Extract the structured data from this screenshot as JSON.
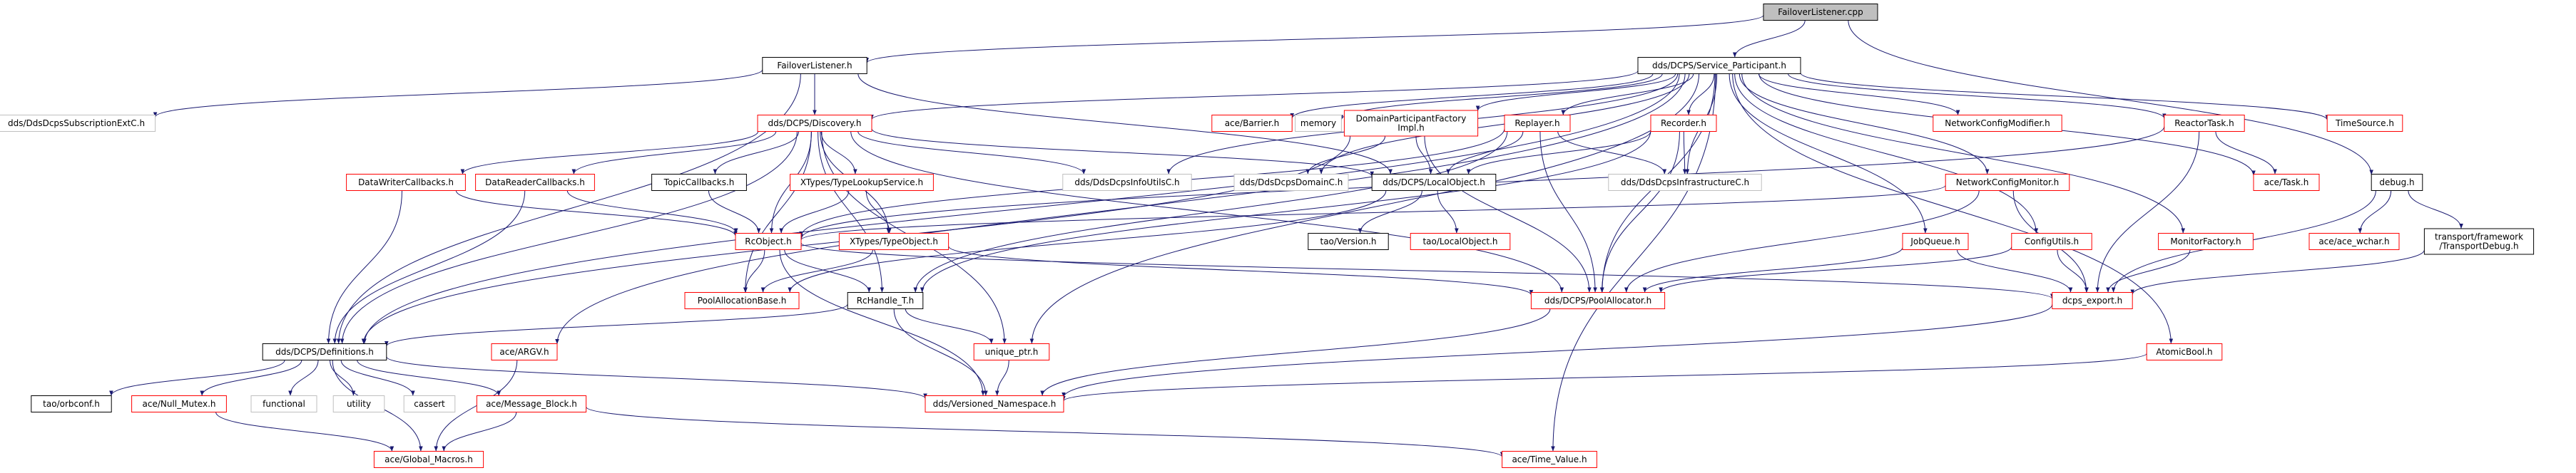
{
  "colors": {
    "edge": "#191970",
    "node_fill": "#ffffff",
    "root_fill": "#bfbfbf",
    "border_black": "#000000",
    "border_red": "#ff0000",
    "border_gray": "#bfbfbf"
  },
  "nodes": [
    {
      "id": "failover_cpp",
      "label": [
        "FailoverListener.cpp"
      ],
      "style": "root"
    },
    {
      "id": "failover_h",
      "label": [
        "FailoverListener.h"
      ],
      "style": "black"
    },
    {
      "id": "service_participant",
      "label": [
        "dds/DCPS/Service_Participant.h"
      ],
      "style": "black"
    },
    {
      "id": "subscription_ext",
      "label": [
        "dds/DdsDcpsSubscriptionExtC.h"
      ],
      "style": "gray"
    },
    {
      "id": "discovery",
      "label": [
        "dds/DCPS/Discovery.h"
      ],
      "style": "red"
    },
    {
      "id": "ace_barrier",
      "label": [
        "ace/Barrier.h"
      ],
      "style": "red"
    },
    {
      "id": "memory",
      "label": [
        "memory"
      ],
      "style": "gray"
    },
    {
      "id": "dp_factory",
      "label": [
        "DomainParticipantFactory",
        "Impl.h"
      ],
      "style": "red"
    },
    {
      "id": "replayer",
      "label": [
        "Replayer.h"
      ],
      "style": "red"
    },
    {
      "id": "recorder",
      "label": [
        "Recorder.h"
      ],
      "style": "red"
    },
    {
      "id": "netcfg_modifier",
      "label": [
        "NetworkConfigModifier.h"
      ],
      "style": "red"
    },
    {
      "id": "reactor_task",
      "label": [
        "ReactorTask.h"
      ],
      "style": "red"
    },
    {
      "id": "time_source",
      "label": [
        "TimeSource.h"
      ],
      "style": "red"
    },
    {
      "id": "datawriter_cb",
      "label": [
        "DataWriterCallbacks.h"
      ],
      "style": "red"
    },
    {
      "id": "datareader_cb",
      "label": [
        "DataReaderCallbacks.h"
      ],
      "style": "red"
    },
    {
      "id": "topic_cb",
      "label": [
        "TopicCallbacks.h"
      ],
      "style": "black"
    },
    {
      "id": "xtypes_lookup",
      "label": [
        "XTypes/TypeLookupService.h"
      ],
      "style": "red"
    },
    {
      "id": "info_utils",
      "label": [
        "dds/DdsDcpsInfoUtilsC.h"
      ],
      "style": "gray"
    },
    {
      "id": "domain_c",
      "label": [
        "dds/DdsDcpsDomainC.h"
      ],
      "style": "gray"
    },
    {
      "id": "local_object",
      "label": [
        "dds/DCPS/LocalObject.h"
      ],
      "style": "black"
    },
    {
      "id": "infrastructure_c",
      "label": [
        "dds/DdsDcpsInfrastructureC.h"
      ],
      "style": "gray"
    },
    {
      "id": "netcfg_monitor",
      "label": [
        "NetworkConfigMonitor.h"
      ],
      "style": "red"
    },
    {
      "id": "ace_task",
      "label": [
        "ace/Task.h"
      ],
      "style": "red"
    },
    {
      "id": "debug",
      "label": [
        "debug.h"
      ],
      "style": "black"
    },
    {
      "id": "rcobject",
      "label": [
        "RcObject.h"
      ],
      "style": "red"
    },
    {
      "id": "xtypes_typeobject",
      "label": [
        "XTypes/TypeObject.h"
      ],
      "style": "red"
    },
    {
      "id": "tao_version",
      "label": [
        "tao/Version.h"
      ],
      "style": "black"
    },
    {
      "id": "tao_localobject",
      "label": [
        "tao/LocalObject.h"
      ],
      "style": "red"
    },
    {
      "id": "jobqueue",
      "label": [
        "JobQueue.h"
      ],
      "style": "red"
    },
    {
      "id": "config_utils",
      "label": [
        "ConfigUtils.h"
      ],
      "style": "red"
    },
    {
      "id": "monitor_factory",
      "label": [
        "MonitorFactory.h"
      ],
      "style": "red"
    },
    {
      "id": "ace_wchar",
      "label": [
        "ace/ace_wchar.h"
      ],
      "style": "red"
    },
    {
      "id": "transport_debug",
      "label": [
        "transport/framework",
        "/TransportDebug.h"
      ],
      "style": "black"
    },
    {
      "id": "pool_alloc_base",
      "label": [
        "PoolAllocationBase.h"
      ],
      "style": "red"
    },
    {
      "id": "rchandle",
      "label": [
        "RcHandle_T.h"
      ],
      "style": "black"
    },
    {
      "id": "pool_allocator",
      "label": [
        "dds/DCPS/PoolAllocator.h"
      ],
      "style": "red"
    },
    {
      "id": "dcps_export",
      "label": [
        "dcps_export.h"
      ],
      "style": "red"
    },
    {
      "id": "definitions",
      "label": [
        "dds/DCPS/Definitions.h"
      ],
      "style": "black"
    },
    {
      "id": "ace_argv",
      "label": [
        "ace/ARGV.h"
      ],
      "style": "red"
    },
    {
      "id": "unique_ptr",
      "label": [
        "unique_ptr.h"
      ],
      "style": "red"
    },
    {
      "id": "atomic_bool",
      "label": [
        "AtomicBool.h"
      ],
      "style": "red"
    },
    {
      "id": "tao_orbconf",
      "label": [
        "tao/orbconf.h"
      ],
      "style": "black"
    },
    {
      "id": "ace_null_mutex",
      "label": [
        "ace/Null_Mutex.h"
      ],
      "style": "red"
    },
    {
      "id": "functional",
      "label": [
        "functional"
      ],
      "style": "gray"
    },
    {
      "id": "utility",
      "label": [
        "utility"
      ],
      "style": "gray"
    },
    {
      "id": "cassert",
      "label": [
        "cassert"
      ],
      "style": "gray"
    },
    {
      "id": "ace_message_block",
      "label": [
        "ace/Message_Block.h"
      ],
      "style": "red"
    },
    {
      "id": "versioned_ns",
      "label": [
        "dds/Versioned_Namespace.h"
      ],
      "style": "red"
    },
    {
      "id": "ace_global_macros",
      "label": [
        "ace/Global_Macros.h"
      ],
      "style": "red"
    },
    {
      "id": "ace_time_value",
      "label": [
        "ace/Time_Value.h"
      ],
      "style": "red"
    }
  ],
  "edges": [
    [
      "failover_cpp",
      "failover_h"
    ],
    [
      "failover_cpp",
      "service_participant"
    ],
    [
      "failover_cpp",
      "debug"
    ],
    [
      "failover_h",
      "subscription_ext"
    ],
    [
      "failover_h",
      "discovery"
    ],
    [
      "failover_h",
      "local_object"
    ],
    [
      "failover_h",
      "definitions"
    ],
    [
      "service_participant",
      "discovery"
    ],
    [
      "service_participant",
      "ace_barrier"
    ],
    [
      "service_participant",
      "memory"
    ],
    [
      "service_participant",
      "dp_factory"
    ],
    [
      "service_participant",
      "replayer"
    ],
    [
      "service_participant",
      "recorder"
    ],
    [
      "service_participant",
      "netcfg_modifier"
    ],
    [
      "service_participant",
      "reactor_task"
    ],
    [
      "service_participant",
      "time_source"
    ],
    [
      "service_participant",
      "info_utils"
    ],
    [
      "service_participant",
      "domain_c"
    ],
    [
      "service_participant",
      "infrastructure_c"
    ],
    [
      "service_participant",
      "netcfg_monitor"
    ],
    [
      "service_participant",
      "ace_task"
    ],
    [
      "service_participant",
      "jobqueue"
    ],
    [
      "service_participant",
      "config_utils"
    ],
    [
      "service_participant",
      "monitor_factory"
    ],
    [
      "service_participant",
      "pool_allocator"
    ],
    [
      "service_participant",
      "definitions"
    ],
    [
      "service_participant",
      "ace_argv"
    ],
    [
      "service_participant",
      "unique_ptr"
    ],
    [
      "service_participant",
      "atomic_bool"
    ],
    [
      "service_participant",
      "ace_time_value"
    ],
    [
      "discovery",
      "datawriter_cb"
    ],
    [
      "discovery",
      "datareader_cb"
    ],
    [
      "discovery",
      "topic_cb"
    ],
    [
      "discovery",
      "xtypes_lookup"
    ],
    [
      "discovery",
      "info_utils"
    ],
    [
      "discovery",
      "local_object"
    ],
    [
      "discovery",
      "rcobject"
    ],
    [
      "discovery",
      "xtypes_typeobject"
    ],
    [
      "discovery",
      "pool_alloc_base"
    ],
    [
      "discovery",
      "rchandle"
    ],
    [
      "discovery",
      "pool_allocator"
    ],
    [
      "discovery",
      "definitions"
    ],
    [
      "discovery",
      "unique_ptr"
    ],
    [
      "dp_factory",
      "domain_c"
    ],
    [
      "dp_factory",
      "local_object"
    ],
    [
      "dp_factory",
      "pool_allocator"
    ],
    [
      "dp_factory",
      "definitions"
    ],
    [
      "replayer",
      "local_object"
    ],
    [
      "replayer",
      "rcobject"
    ],
    [
      "replayer",
      "infrastructure_c"
    ],
    [
      "replayer",
      "pool_allocator"
    ],
    [
      "replayer",
      "rchandle"
    ],
    [
      "recorder",
      "local_object"
    ],
    [
      "recorder",
      "infrastructure_c"
    ],
    [
      "recorder",
      "pool_allocator"
    ],
    [
      "recorder",
      "rchandle"
    ],
    [
      "reactor_task",
      "rcobject"
    ],
    [
      "reactor_task",
      "ace_task"
    ],
    [
      "reactor_task",
      "dcps_export"
    ],
    [
      "datawriter_cb",
      "rcobject"
    ],
    [
      "datawriter_cb",
      "definitions"
    ],
    [
      "datareader_cb",
      "rcobject"
    ],
    [
      "datareader_cb",
      "definitions"
    ],
    [
      "topic_cb",
      "rcobject"
    ],
    [
      "xtypes_lookup",
      "rcobject"
    ],
    [
      "xtypes_lookup",
      "xtypes_typeobject"
    ],
    [
      "local_object",
      "tao_version"
    ],
    [
      "local_object",
      "tao_localobject"
    ],
    [
      "local_object",
      "pool_alloc_base"
    ],
    [
      "netcfg_monitor",
      "rcobject"
    ],
    [
      "netcfg_monitor",
      "pool_allocator"
    ],
    [
      "netcfg_monitor",
      "dcps_export"
    ],
    [
      "debug",
      "ace_wchar"
    ],
    [
      "debug",
      "transport_debug"
    ],
    [
      "debug",
      "dcps_export"
    ],
    [
      "transport_debug",
      "dcps_export"
    ],
    [
      "rcobject",
      "pool_alloc_base"
    ],
    [
      "rcobject",
      "rchandle"
    ],
    [
      "rcobject",
      "dcps_export"
    ],
    [
      "rcobject",
      "versioned_ns"
    ],
    [
      "xtypes_typeobject",
      "pool_alloc_base"
    ],
    [
      "xtypes_typeobject",
      "pool_allocator"
    ],
    [
      "jobqueue",
      "pool_allocator"
    ],
    [
      "jobqueue",
      "dcps_export"
    ],
    [
      "config_utils",
      "pool_allocator"
    ],
    [
      "config_utils",
      "dcps_export"
    ],
    [
      "monitor_factory",
      "dcps_export"
    ],
    [
      "rchandle",
      "definitions"
    ],
    [
      "rchandle",
      "unique_ptr"
    ],
    [
      "rchandle",
      "versioned_ns"
    ],
    [
      "pool_allocator",
      "versioned_ns"
    ],
    [
      "dcps_export",
      "versioned_ns"
    ],
    [
      "definitions",
      "tao_orbconf"
    ],
    [
      "definitions",
      "ace_null_mutex"
    ],
    [
      "definitions",
      "functional"
    ],
    [
      "definitions",
      "utility"
    ],
    [
      "definitions",
      "cassert"
    ],
    [
      "definitions",
      "ace_message_block"
    ],
    [
      "definitions",
      "versioned_ns"
    ],
    [
      "definitions",
      "ace_global_macros"
    ],
    [
      "ace_argv",
      "ace_global_macros"
    ],
    [
      "unique_ptr",
      "versioned_ns"
    ],
    [
      "atomic_bool",
      "versioned_ns"
    ],
    [
      "ace_null_mutex",
      "ace_global_macros"
    ],
    [
      "ace_message_block",
      "ace_global_macros"
    ],
    [
      "ace_message_block",
      "ace_time_value"
    ]
  ]
}
